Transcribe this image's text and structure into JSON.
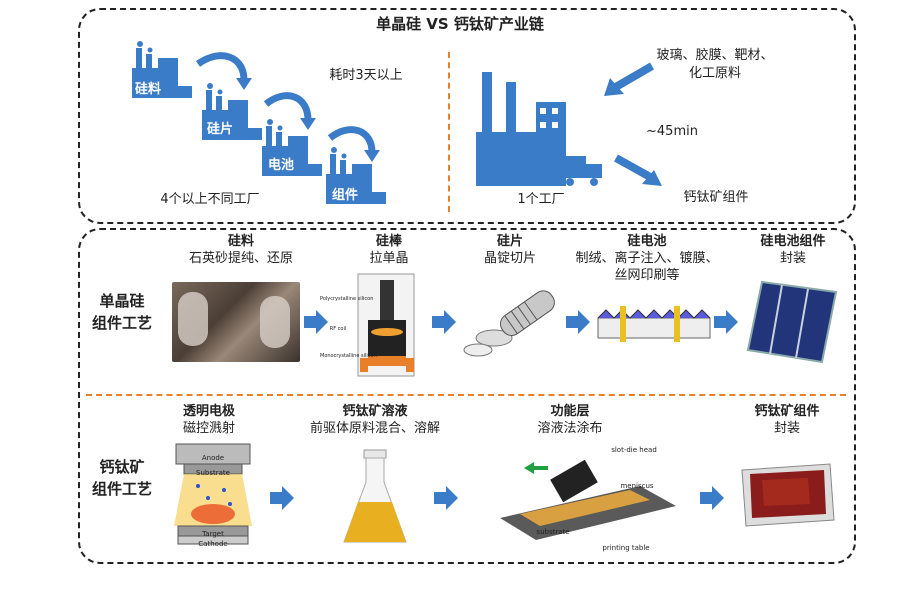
{
  "title": "单晶硅 VS 钙钛矿产业链",
  "top_left": {
    "factories": [
      "硅料",
      "硅片",
      "电池",
      "组件"
    ],
    "time_note": "耗时3天以上",
    "caption": "4个以上不同工厂"
  },
  "top_right": {
    "inputs": [
      "玻璃、胶膜、靶材、",
      "化工原料"
    ],
    "time_note": "~45min",
    "output": "钙钛矿组件",
    "caption": "1个工厂"
  },
  "si_row": {
    "label_lines": [
      "单晶硅",
      "组件工艺"
    ],
    "steps": [
      {
        "title": "硅料",
        "desc": [
          "石英砂提纯、还原"
        ]
      },
      {
        "title": "硅棒",
        "desc": [
          "拉单晶"
        ],
        "image_labels": [
          "Polycrystalline silicon",
          "RF coil",
          "Monocrystalline silicon"
        ]
      },
      {
        "title": "硅片",
        "desc": [
          "晶锭切片"
        ]
      },
      {
        "title": "硅电池",
        "desc": [
          "制绒、离子注入、镀膜、",
          "丝网印刷等"
        ]
      },
      {
        "title": "硅电池组件",
        "desc": [
          "封装"
        ]
      }
    ]
  },
  "pv_row": {
    "label_lines": [
      "钙钛矿",
      "组件工艺"
    ],
    "steps": [
      {
        "title": "透明电极",
        "desc": [
          "磁控溅射"
        ],
        "image_labels": [
          "Anode",
          "Substrate",
          "Target",
          "Cathode"
        ]
      },
      {
        "title": "钙钛矿溶液",
        "desc": [
          "前驱体原料混合、溶解"
        ]
      },
      {
        "title": "功能层",
        "desc": [
          "溶液法涂布"
        ],
        "image_labels": [
          "slot-die head",
          "meniscus",
          "substrate",
          "printing table"
        ]
      },
      {
        "title": "钙钛矿组件",
        "desc": [
          "封装"
        ]
      }
    ]
  },
  "colors": {
    "blue": "#3a7cc8",
    "orange": "#e8802a",
    "dark": "#222222"
  }
}
